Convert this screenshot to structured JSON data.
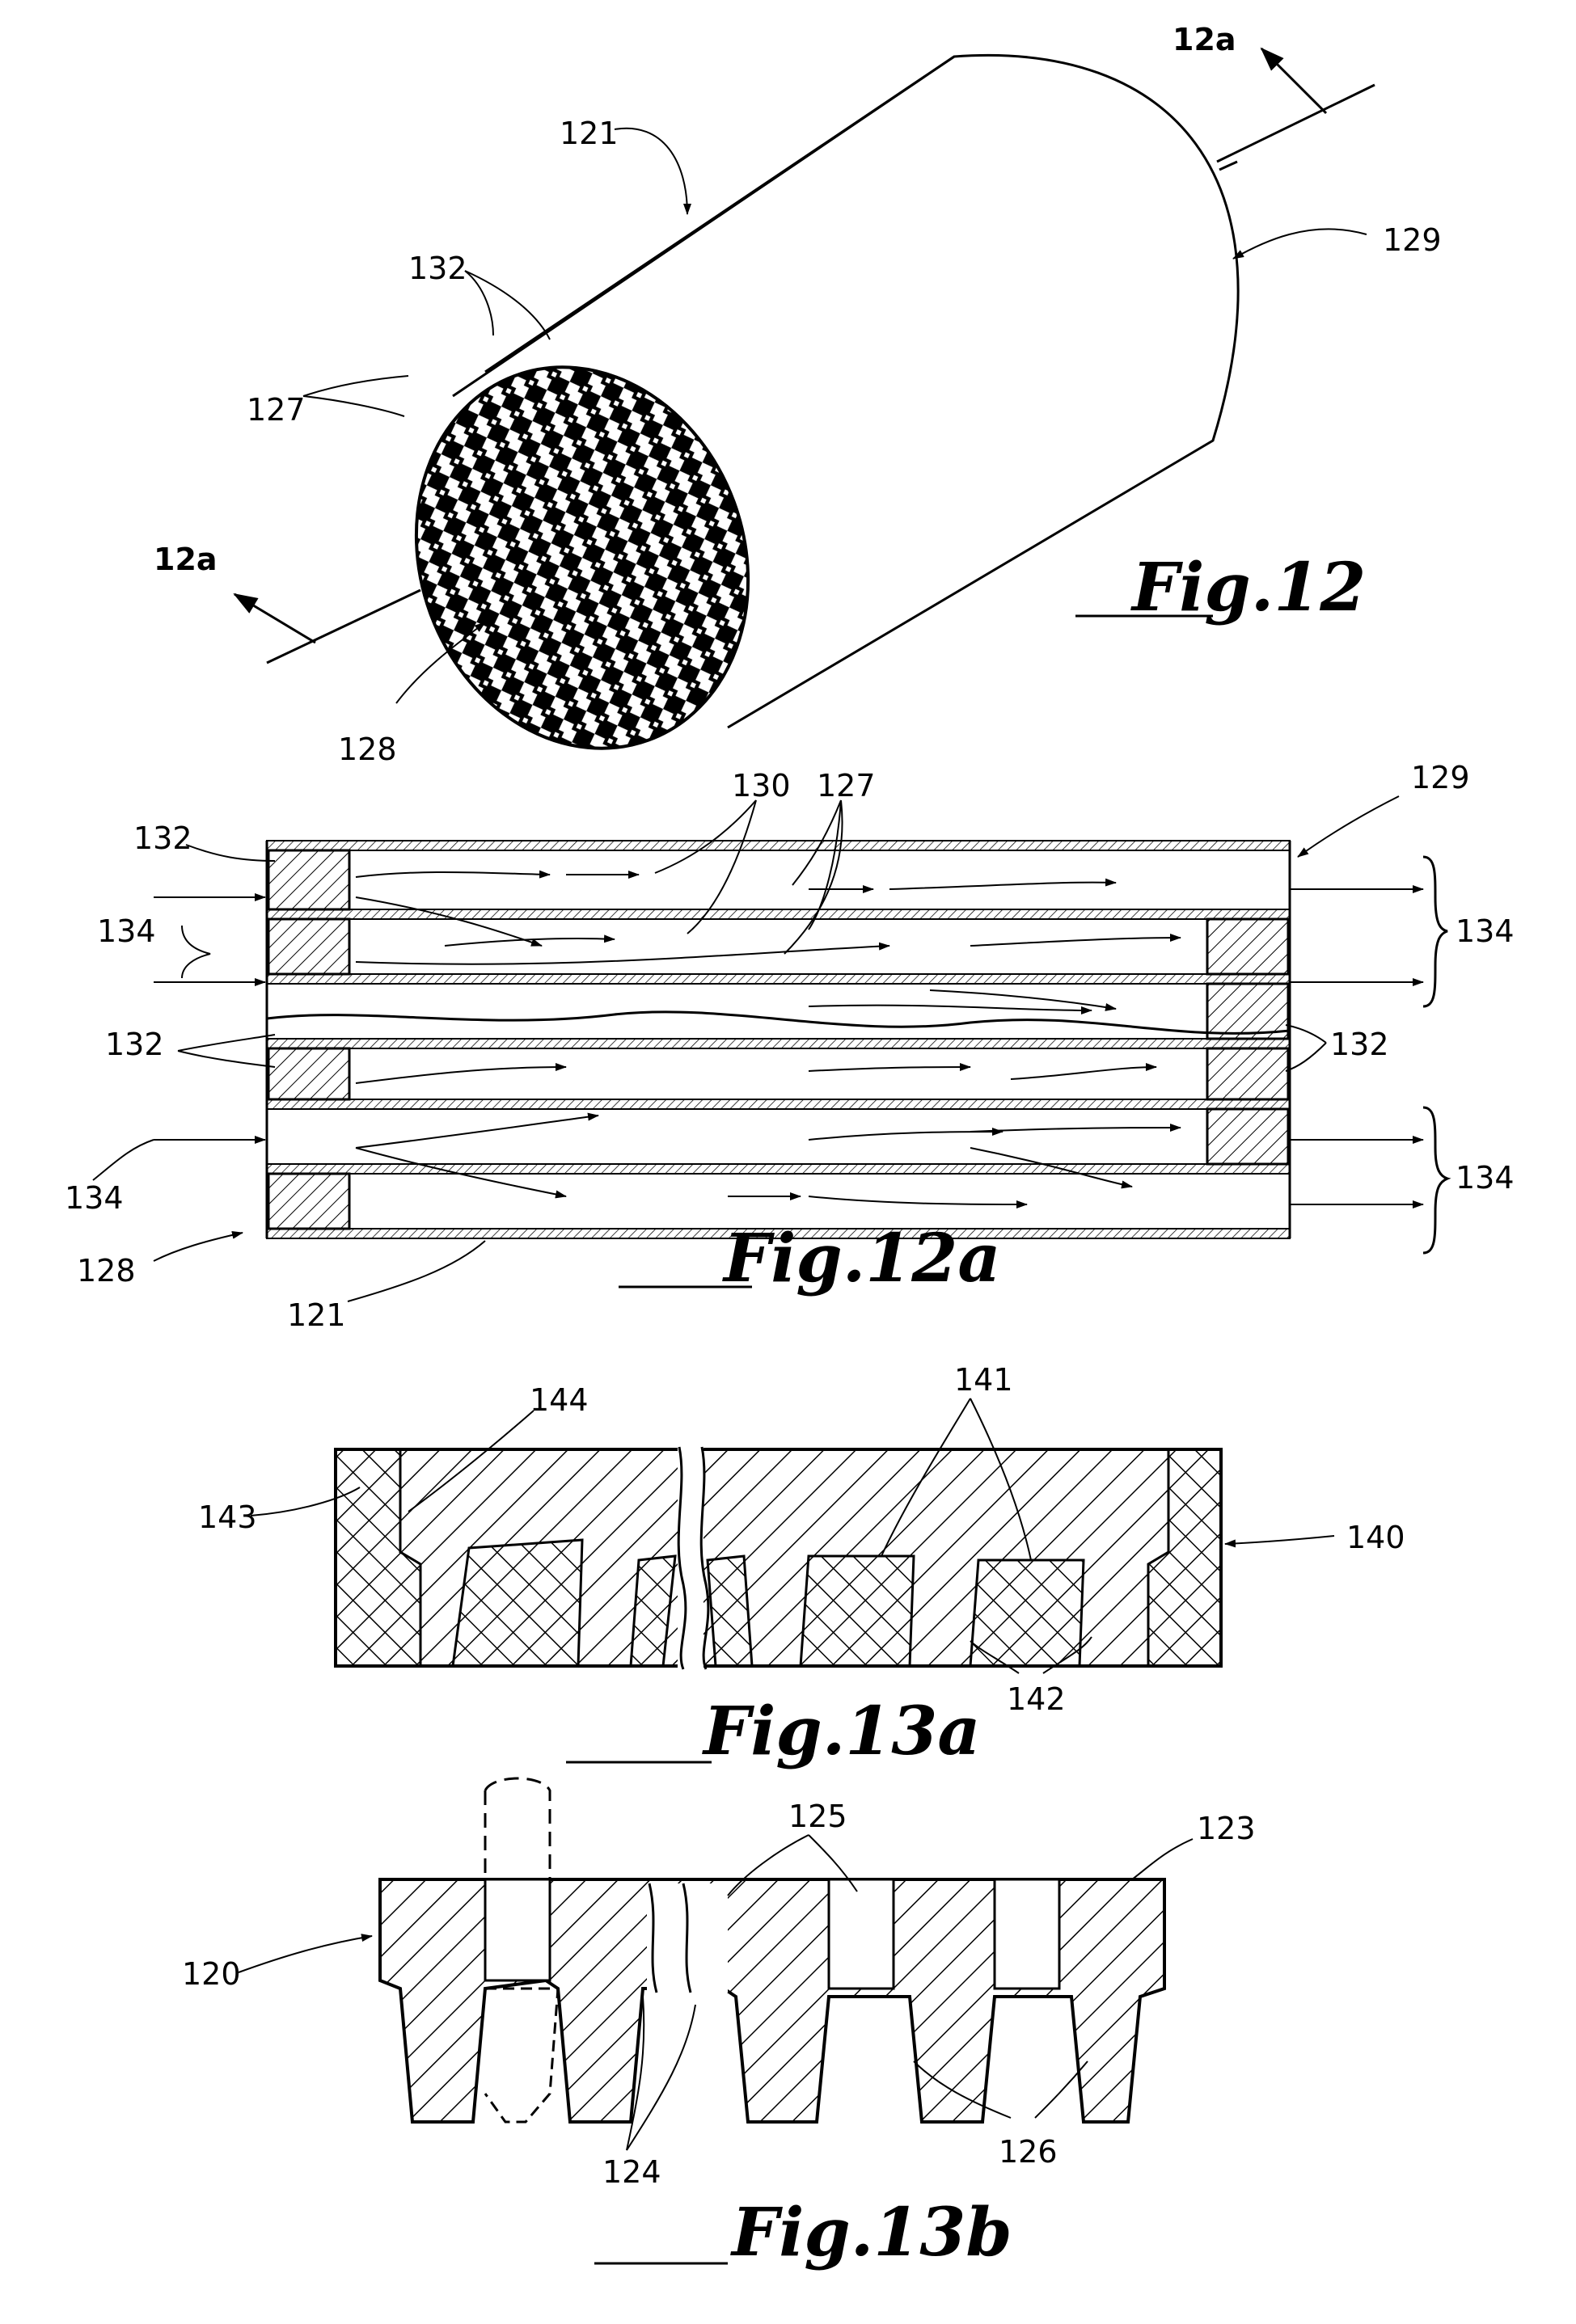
{
  "figures": {
    "fig12": {
      "title": "Fig.12",
      "section": "12a",
      "labels": {
        "body": "121",
        "plugs": "132",
        "cells": "127",
        "inlet_face": "128",
        "outlet_face": "129"
      }
    },
    "fig12a": {
      "title": "Fig.12a",
      "labels": {
        "plugs_top": "132",
        "walls": "130",
        "cells": "127",
        "outlet": "129",
        "flow_left": "134",
        "plugs_mid_left": "132",
        "plugs_mid_right": "132",
        "flow_lower": "134",
        "inlet": "128",
        "body": "121",
        "flow_right_top": "134",
        "flow_right_bottom": "134"
      }
    },
    "fig13a": {
      "title": "Fig.13a",
      "labels": {
        "die_part": "144",
        "insert": "143",
        "pins": "141",
        "die": "140",
        "bases": "142"
      }
    },
    "fig13b": {
      "title": "Fig.13b",
      "labels": {
        "holes": "125",
        "top": "123",
        "plate": "120",
        "grooves": "124",
        "teeth": "126"
      }
    }
  }
}
